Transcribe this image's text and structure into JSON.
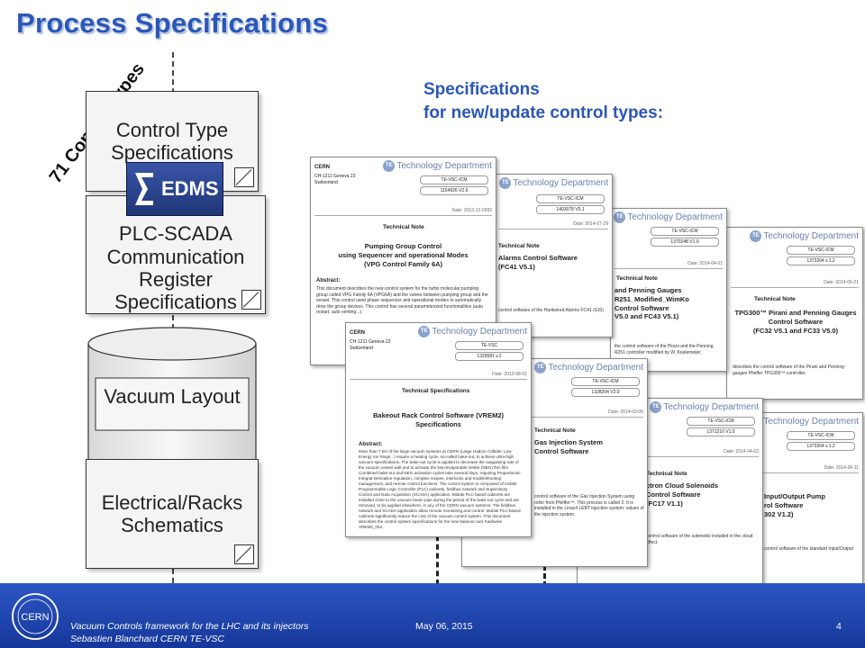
{
  "slide": {
    "title": "Process Specifications",
    "rotated_label": "71 Control Types",
    "spec_heading_line1": "Specifications",
    "spec_heading_line2": "for new/update control types:"
  },
  "flow": {
    "box1": [
      "Control Type",
      "Specifications"
    ],
    "edms": "EDMS",
    "box2": [
      "PLC-SCADA",
      "Communication",
      "Register",
      "Specifications"
    ],
    "database": "Vacuum Layout",
    "box3": [
      "Electrical/Racks",
      "Schematics"
    ]
  },
  "docs": [
    {
      "org": "CERN",
      "addr1": "CH-1211 Geneva 23",
      "addr2": "Switzerland",
      "te_logo": "TE",
      "dept": "Technology Department",
      "field1": "TE-VSC-ICM",
      "field2": "1154926 V2.6",
      "date": "Date: 2013-12-0282",
      "kind": "Technical Note",
      "title": [
        "Pumping Group Control",
        "using Sequencer and operational Modes",
        "(VPG Control Family 6A)"
      ],
      "abstract_label": "Abstract:",
      "abstract": "This document describes the new control system for the turbo molecular pumping group called VPG Family 6A (VPG6A) and the valves between pumping group and the vessel. This control used phase sequencer and operational modes to automatically drive the group devices. This control has several parameterized functionalities (auto restart, auto venting...)."
    },
    {
      "te_logo": "TE",
      "dept": "Technology Department",
      "field1": "TE-VSC-ICM",
      "field2": "1403078 V5.1",
      "date": "Date: 2014-07-29",
      "kind": "Technical Note",
      "title": [
        "Alarms Control Software",
        "(FC41 V5.1)"
      ],
      "abstract": "control software of the Hardwired Alarms FC41 (GIS)"
    },
    {
      "te_logo": "TE",
      "dept": "Technology Department",
      "field1": "TE-VSC-ICM",
      "field2": "1370248 V1.0",
      "date": "Date: 2014-04-01",
      "kind": "Technical Note",
      "title": [
        "and Penning Gauges",
        "R251_Modified_WimKo",
        "Control Software",
        "V5.0 and FC43 V5.1)"
      ],
      "abstract": "the control software of the Pirani and the Penning R251 controller modified by W. Koelemeijer."
    },
    {
      "te_logo": "TE",
      "dept": "Technology Department",
      "field1": "TE-VSC-ICM",
      "field2": "1373204 v.1.2",
      "date": "Date: 2014-06-21",
      "kind": "Technical Note",
      "title": [
        "TPG300™ Pirani and Penning Gauges",
        "Control Software",
        "(FC32 V5.1 and FC33 V5.0)"
      ],
      "abstract": "describes the control software of the Pirani and Penning gauges Pfeiffer TPG300™ controller."
    },
    {
      "org": "CERN",
      "addr1": "CH-1211 Geneva 23",
      "addr2": "Switzerland",
      "te_logo": "TE",
      "dept": "Technology Department",
      "field1": "TE-VSC",
      "field2": "1329581 v.2",
      "date": "Date: 2012-08-01",
      "kind": "Technical Specifications",
      "title": [
        "Bakeout Rack Control Software (VREM2)",
        "Specifications"
      ],
      "abstract_label": "Abstract:",
      "abstract": "More than 7 km of the large vacuum systems at CERN (Large Hadron Collider, Low Energy Ion Rings...) require a heating cycle, so-called bake-out, to achieve ultra-high vacuum specifications. The bake-out cycle is applied to decrease the outgassing rate of the vacuum vessel wall and to activate the Non-Evaporable Getter (NEG) thin film. Combined bake-out and NEG activation cycles take several days, requiring Proportional-Integral-Derivative regulation, complex recipes, interlocks and troubleshooting management, and remote control functions. The control system is composed of mobile Programmable Logic Controller (PLC) cabinets, fieldbus network and Supervisory Control and Data Acquisition (SCADA) application. Mobile PLC-based cabinets are installed close to the vacuum beam pipe during the period of the bake-out cycle and are removed, to be applied elsewhere, in any of the CERN vacuum systems. The fieldbus network and SCADA application allow remote monitoring and control. Mobile PLC-based cabinets significantly reduce the cost of the vacuum control system. This document describes the control system specifications for the new bakeout rack hardware VREM4_002."
    },
    {
      "te_logo": "TE",
      "dept": "Technology Department",
      "field1": "TE-VSC-ICM",
      "field2": "1328204 V2.0",
      "date": "Date: 2014-03-06",
      "kind": "Technical Note",
      "title": [
        "Gas Injection System",
        "Control Software"
      ],
      "abstract": "control software of the Gas Injection System using roller from Pfeiffer™. This process is called 2. It is installed in the Linac4 LEBT injection system; values of the injection system."
    },
    {
      "te_logo": "TE",
      "dept": "Technology Department",
      "field1": "TE-VSC-ICM",
      "field2": "1371210 V1.0",
      "date": "Date: 2014-04-02",
      "kind": "Technical Note",
      "title": [
        "ctron Cloud Solenoids",
        "Control Software",
        "(FC17 V1.1)"
      ],
      "abstract": "control software of the solenoids installed in the cloud effect."
    },
    {
      "te_logo": "TE",
      "dept": "Technology Department",
      "field1": "TE-VSC-ICM",
      "field2": "1373204 v.1.2",
      "date": "Date: 2014-06-11",
      "kind": "Technical Note",
      "title": [
        "Input/Output Pump",
        "rol Software",
        "302 V1.2)"
      ],
      "abstract": "control software of the standard Input/Output"
    }
  ],
  "footer": {
    "line1": "Vacuum Controls framework for the LHC and its injectors",
    "line2": "Sebastien Blanchard CERN TE-VSC",
    "date": "May 06, 2015",
    "page": "4",
    "logo_text": "CERN"
  },
  "colors": {
    "title": "#2b57b8",
    "footer": "#1f45b0",
    "edms": "#2a4590",
    "heading": "#2b57b8"
  }
}
